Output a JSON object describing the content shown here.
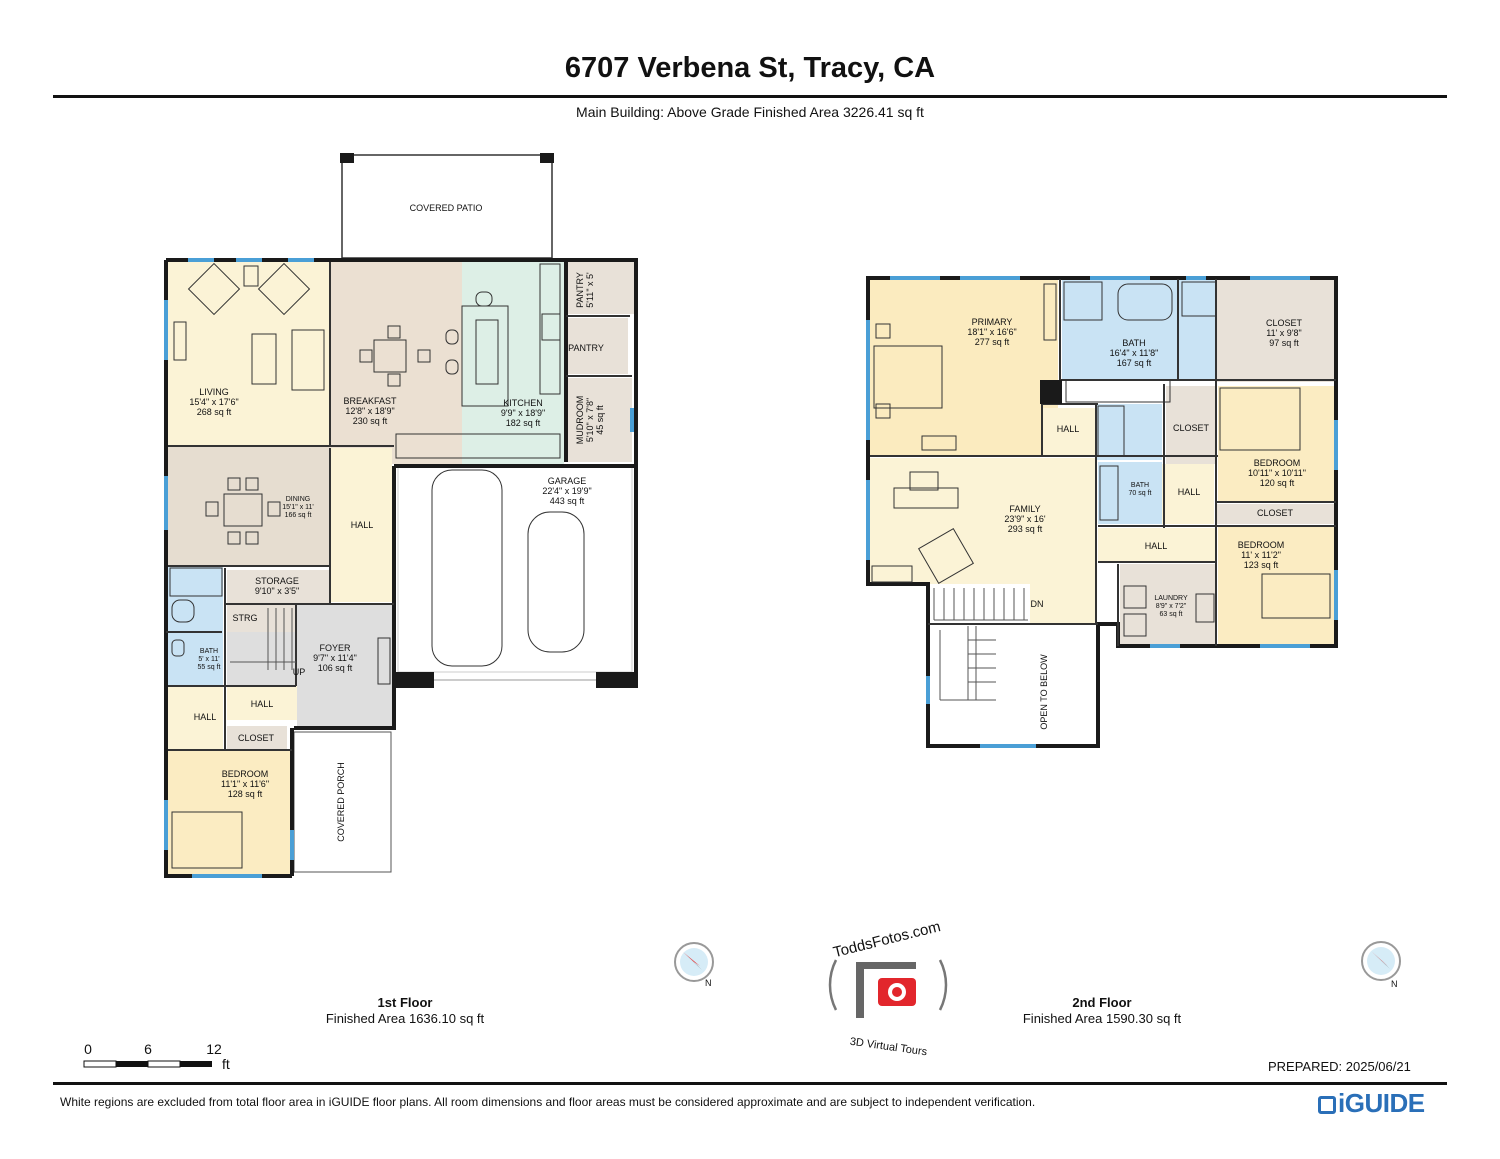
{
  "header": {
    "title": "6707 Verbena St, Tracy, CA",
    "subtitle": "Main Building: Above Grade Finished Area 3226.41 sq ft"
  },
  "floor1": {
    "title": "1st Floor",
    "area": "Finished Area 1636.10 sq ft",
    "rooms": {
      "covered_patio": "COVERED PATIO",
      "living": {
        "name": "LIVING",
        "dims": "15'4\" x 17'6\"",
        "area": "268 sq ft"
      },
      "breakfast": {
        "name": "BREAKFAST",
        "dims": "12'8\" x 18'9\"",
        "area": "230 sq ft"
      },
      "kitchen": {
        "name": "KITCHEN",
        "dims": "9'9\" x 18'9\"",
        "area": "182 sq ft"
      },
      "pantry1": {
        "name": "PANTRY",
        "dims": "5'11\" x 5'"
      },
      "pantry2": "PANTRY",
      "mudroom": {
        "name": "MUDROOM",
        "dims": "5'10\" x 7'8\"",
        "area": "45 sq ft"
      },
      "dining": {
        "name": "DINING",
        "dims": "15'1\" x 11'",
        "area": "166 sq ft"
      },
      "hall": "HALL",
      "garage": {
        "name": "GARAGE",
        "dims": "22'4\" x 19'9\"",
        "area": "443 sq ft"
      },
      "storage": {
        "name": "STORAGE",
        "dims": "9'10\" x 3'5\""
      },
      "strg": "STRG",
      "bath": {
        "name": "BATH",
        "dims": "5' x 11'",
        "area": "55 sq ft"
      },
      "foyer": {
        "name": "FOYER",
        "dims": "9'7\" x 11'4\"",
        "area": "106 sq ft"
      },
      "up": "UP",
      "hall2": "HALL",
      "hall3": "HALL",
      "closet": "CLOSET",
      "bedroom": {
        "name": "BEDROOM",
        "dims": "11'1\" x 11'6\"",
        "area": "128 sq ft"
      },
      "covered_porch": "COVERED PORCH"
    }
  },
  "floor2": {
    "title": "2nd Floor",
    "area": "Finished Area 1590.30 sq ft",
    "rooms": {
      "primary": {
        "name": "PRIMARY",
        "dims": "18'1\" x 16'6\"",
        "area": "277 sq ft"
      },
      "bath": {
        "name": "BATH",
        "dims": "16'4\" x 11'8\"",
        "area": "167 sq ft"
      },
      "closet1": {
        "name": "CLOSET",
        "dims": "11' x 9'8\"",
        "area": "97 sq ft"
      },
      "hall1": "HALL",
      "closet2": "CLOSET",
      "bedroom1": {
        "name": "BEDROOM",
        "dims": "10'11\" x 10'11\"",
        "area": "120 sq ft"
      },
      "family": {
        "name": "FAMILY",
        "dims": "23'9\" x 16'",
        "area": "293 sq ft"
      },
      "bath2": {
        "name": "BATH",
        "area": "70 sq ft"
      },
      "hall2": "HALL",
      "closet3": "CLOSET",
      "hall3": "HALL",
      "bedroom2": {
        "name": "BEDROOM",
        "dims": "11' x 11'2\"",
        "area": "123 sq ft"
      },
      "laundry": {
        "name": "LAUNDRY",
        "dims": "8'9\" x 7'2\"",
        "area": "63 sq ft"
      },
      "dn": "DN",
      "open_below": "OPEN TO BELOW"
    }
  },
  "scale": {
    "t0": "0",
    "t1": "6",
    "t2": "12",
    "unit": "ft"
  },
  "compass": {
    "label": "N"
  },
  "logo": {
    "top": "ToddsFotos.com",
    "bottom": "3D Virtual Tours"
  },
  "prepared": "PREPARED: 2025/06/21",
  "footer_note": "White regions are excluded from total floor area in iGUIDE floor plans. All room dimensions and floor areas must be considered approximate and are subject to independent verification.",
  "brand": "iGUIDE",
  "colors": {
    "living": "#fbf3d6",
    "breakfast": "#ebe0d2",
    "kitchen": "#ddefe6",
    "utility": "#e8e1d8",
    "dining": "#e6ddd0",
    "bath": "#c9e3f4",
    "foyer": "#dedede",
    "bedroom": "#fbecc2",
    "primary": "#fbebbf",
    "wall": "#1a1a1a",
    "window": "#4a9fd6"
  }
}
